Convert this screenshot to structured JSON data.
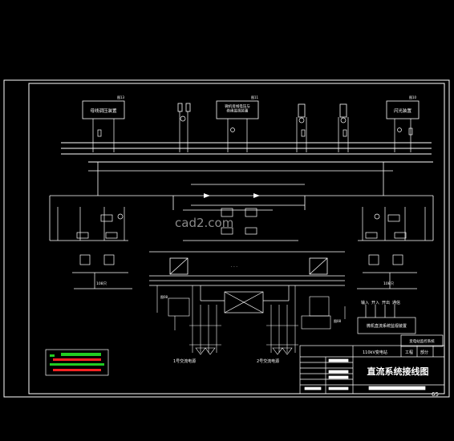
{
  "colors": {
    "background": "#000000",
    "line": "#ffffff",
    "accent_green": "#22cc22",
    "accent_red": "#ff2222",
    "watermark": "#8a8a8a"
  },
  "boxes": {
    "voltage_regulator": "母线调压装置",
    "insulation_monitor": "微机母线电压与\n绝缘监视装置",
    "flash_device": "闪光装置",
    "microcomputer_monitor": "微机直流系统监视装置",
    "substation_monitor": "变电站监控系统"
  },
  "tags": {
    "t13": "图13",
    "t11": "图11",
    "t10": "图10",
    "t08_left": "图08",
    "t08_right": "图08"
  },
  "labels": {
    "battery_left": "108只",
    "battery_right": "108只",
    "ac_source_1": "1号交流电源",
    "ac_source_2": "2号交流电源",
    "dots": "· · ·",
    "watermark": "cad2.com",
    "signals": [
      "输入",
      "开入",
      "开出",
      "通信"
    ]
  },
  "title_block": {
    "drawing_title": "直流系统接线图",
    "project": "110kV变电站",
    "stage": "工程",
    "part": "部分",
    "page_number": "65"
  }
}
